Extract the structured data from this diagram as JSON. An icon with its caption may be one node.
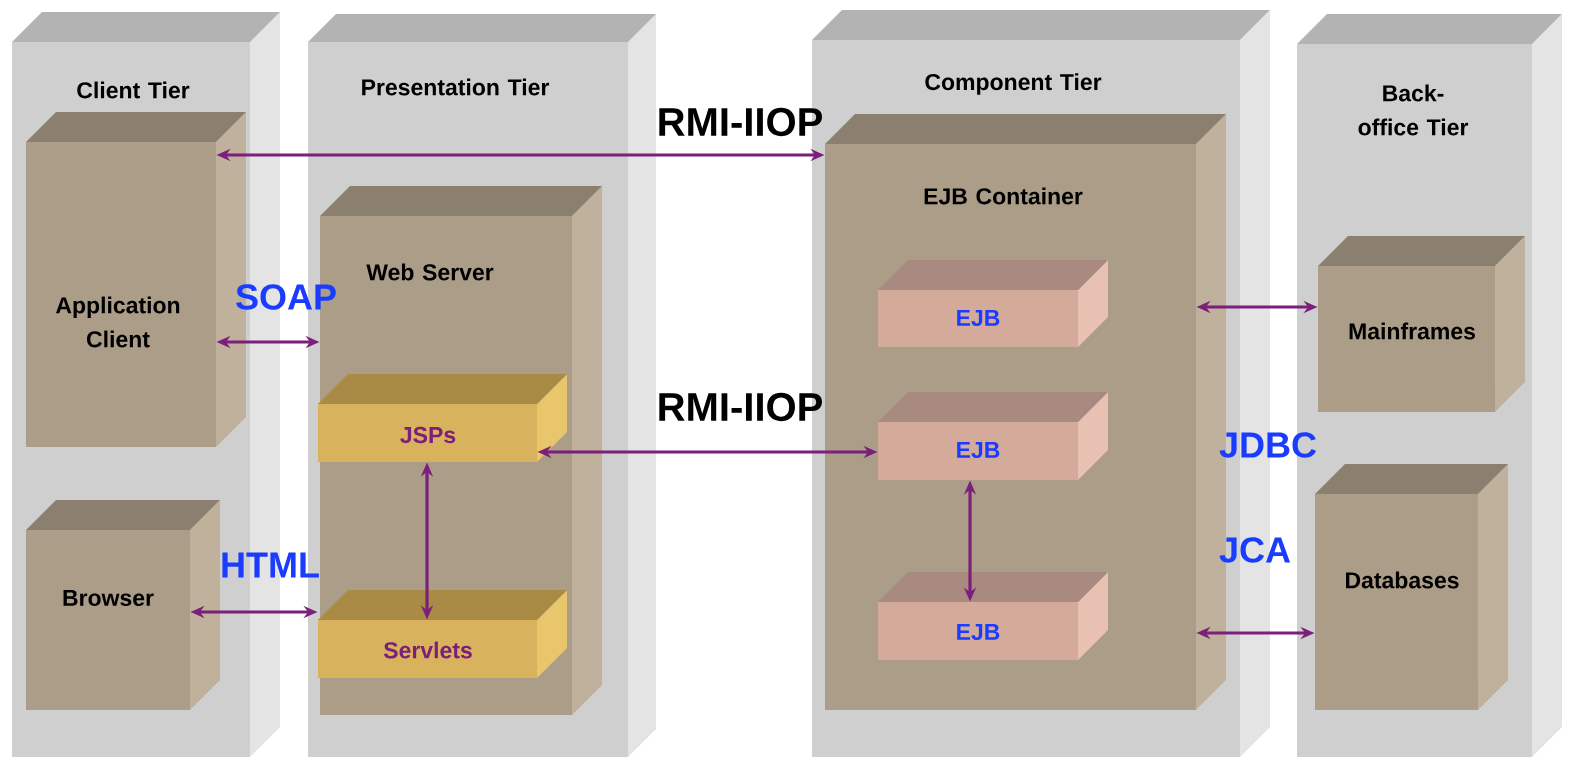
{
  "diagram": {
    "nodes": [
      {
        "text": [
          "Client Tier"
        ]
      },
      {
        "text": [
          "Presentation Tier"
        ]
      },
      {
        "text": [
          "Component Tier"
        ]
      },
      {
        "text": [
          "Back-office Tier"
        ]
      },
      {
        "text": [
          "Application Client"
        ],
        "in": 0
      },
      {
        "text": [
          "Browser"
        ],
        "in": 0
      },
      {
        "text": [
          "Web Server"
        ],
        "in": 1
      },
      {
        "text": [
          "JSPs"
        ],
        "in": 6
      },
      {
        "text": [
          "Servlets"
        ],
        "in": 6
      },
      {
        "text": [
          "EJB Container"
        ],
        "in": 2
      },
      {
        "text": [
          "EJB"
        ],
        "in": 9
      },
      {
        "text": [
          "EJB"
        ],
        "in": 9
      },
      {
        "text": [
          "EJB"
        ],
        "in": 9
      },
      {
        "text": [
          "Mainframes"
        ],
        "in": 3
      },
      {
        "text": [
          "Databases"
        ],
        "in": 3
      }
    ],
    "edges": [
      {
        "from": 4,
        "to": 9,
        "arrow": "both",
        "label": "RMI-IIOP"
      },
      {
        "from": 4,
        "to": 6,
        "arrow": "both",
        "label": "SOAP"
      },
      {
        "from": 5,
        "to": 8,
        "arrow": "both",
        "label": "HTML"
      },
      {
        "from": 7,
        "to": 11,
        "arrow": "both",
        "label": "RMI-IIOP"
      },
      {
        "from": 7,
        "to": 8,
        "arrow": "both"
      },
      {
        "from": 11,
        "to": 12,
        "arrow": "both"
      },
      {
        "from": 9,
        "to": 13,
        "arrow": "both"
      },
      {
        "from": 9,
        "to": 14,
        "arrow": "both"
      }
    ],
    "labels": [
      "JDBC",
      "JCA"
    ]
  }
}
